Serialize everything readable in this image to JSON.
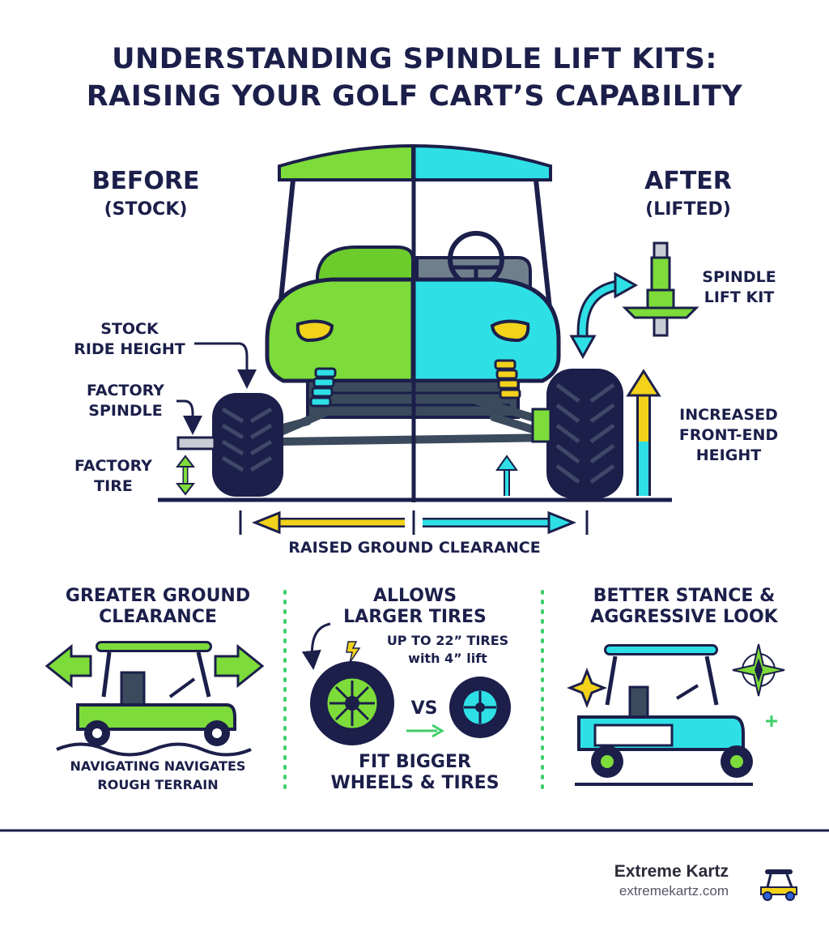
{
  "title": {
    "line1": "UNDERSTANDING SPINDLE LIFT KITS:",
    "line2": "RAISING YOUR GOLF CART’S CAPABILITY"
  },
  "before": {
    "heading": "BEFORE",
    "sub": "(STOCK)"
  },
  "after": {
    "heading": "AFTER",
    "sub": "(LIFTED)"
  },
  "labels": {
    "stock_ride_height_1": "STOCK",
    "stock_ride_height_2": "RIDE HEIGHT",
    "factory_spindle_1": "FACTORY",
    "factory_spindle_2": "SPINDLE",
    "factory_tire_1": "FACTORY",
    "factory_tire_2": "TIRE",
    "spindle_lift_kit_1": "SPINDLE",
    "spindle_lift_kit_2": "LIFT KIT",
    "increased_1": "INCREASED",
    "increased_2": "FRONT-END",
    "increased_3": "HEIGHT",
    "raised_clearance": "RAISED GROUND CLEARANCE"
  },
  "benefits": [
    {
      "title_1": "GREATER GROUND",
      "title_2": "CLEARANCE",
      "caption_1": "NAVIGATING NAVIGATES",
      "caption_2": "ROUGH TERRAIN"
    },
    {
      "title_1": "ALLOWS",
      "title_2": "LARGER TIRES",
      "note_1": "UP TO 22” TIRES",
      "note_2": "with 4” lift",
      "vs": "VS",
      "caption_1": "FIT BIGGER",
      "caption_2": "WHEELS & TIRES"
    },
    {
      "title_1": "BETTER STANCE &",
      "title_2": "AGGRESSIVE LOOK"
    }
  ],
  "footer": {
    "brand": "Extreme Kartz",
    "url": "extremekartz.com"
  },
  "colors": {
    "navy": "#1b1f4a",
    "green": "#7ddc3a",
    "cyan": "#2ee0e6",
    "yellow": "#f2d21a"
  }
}
